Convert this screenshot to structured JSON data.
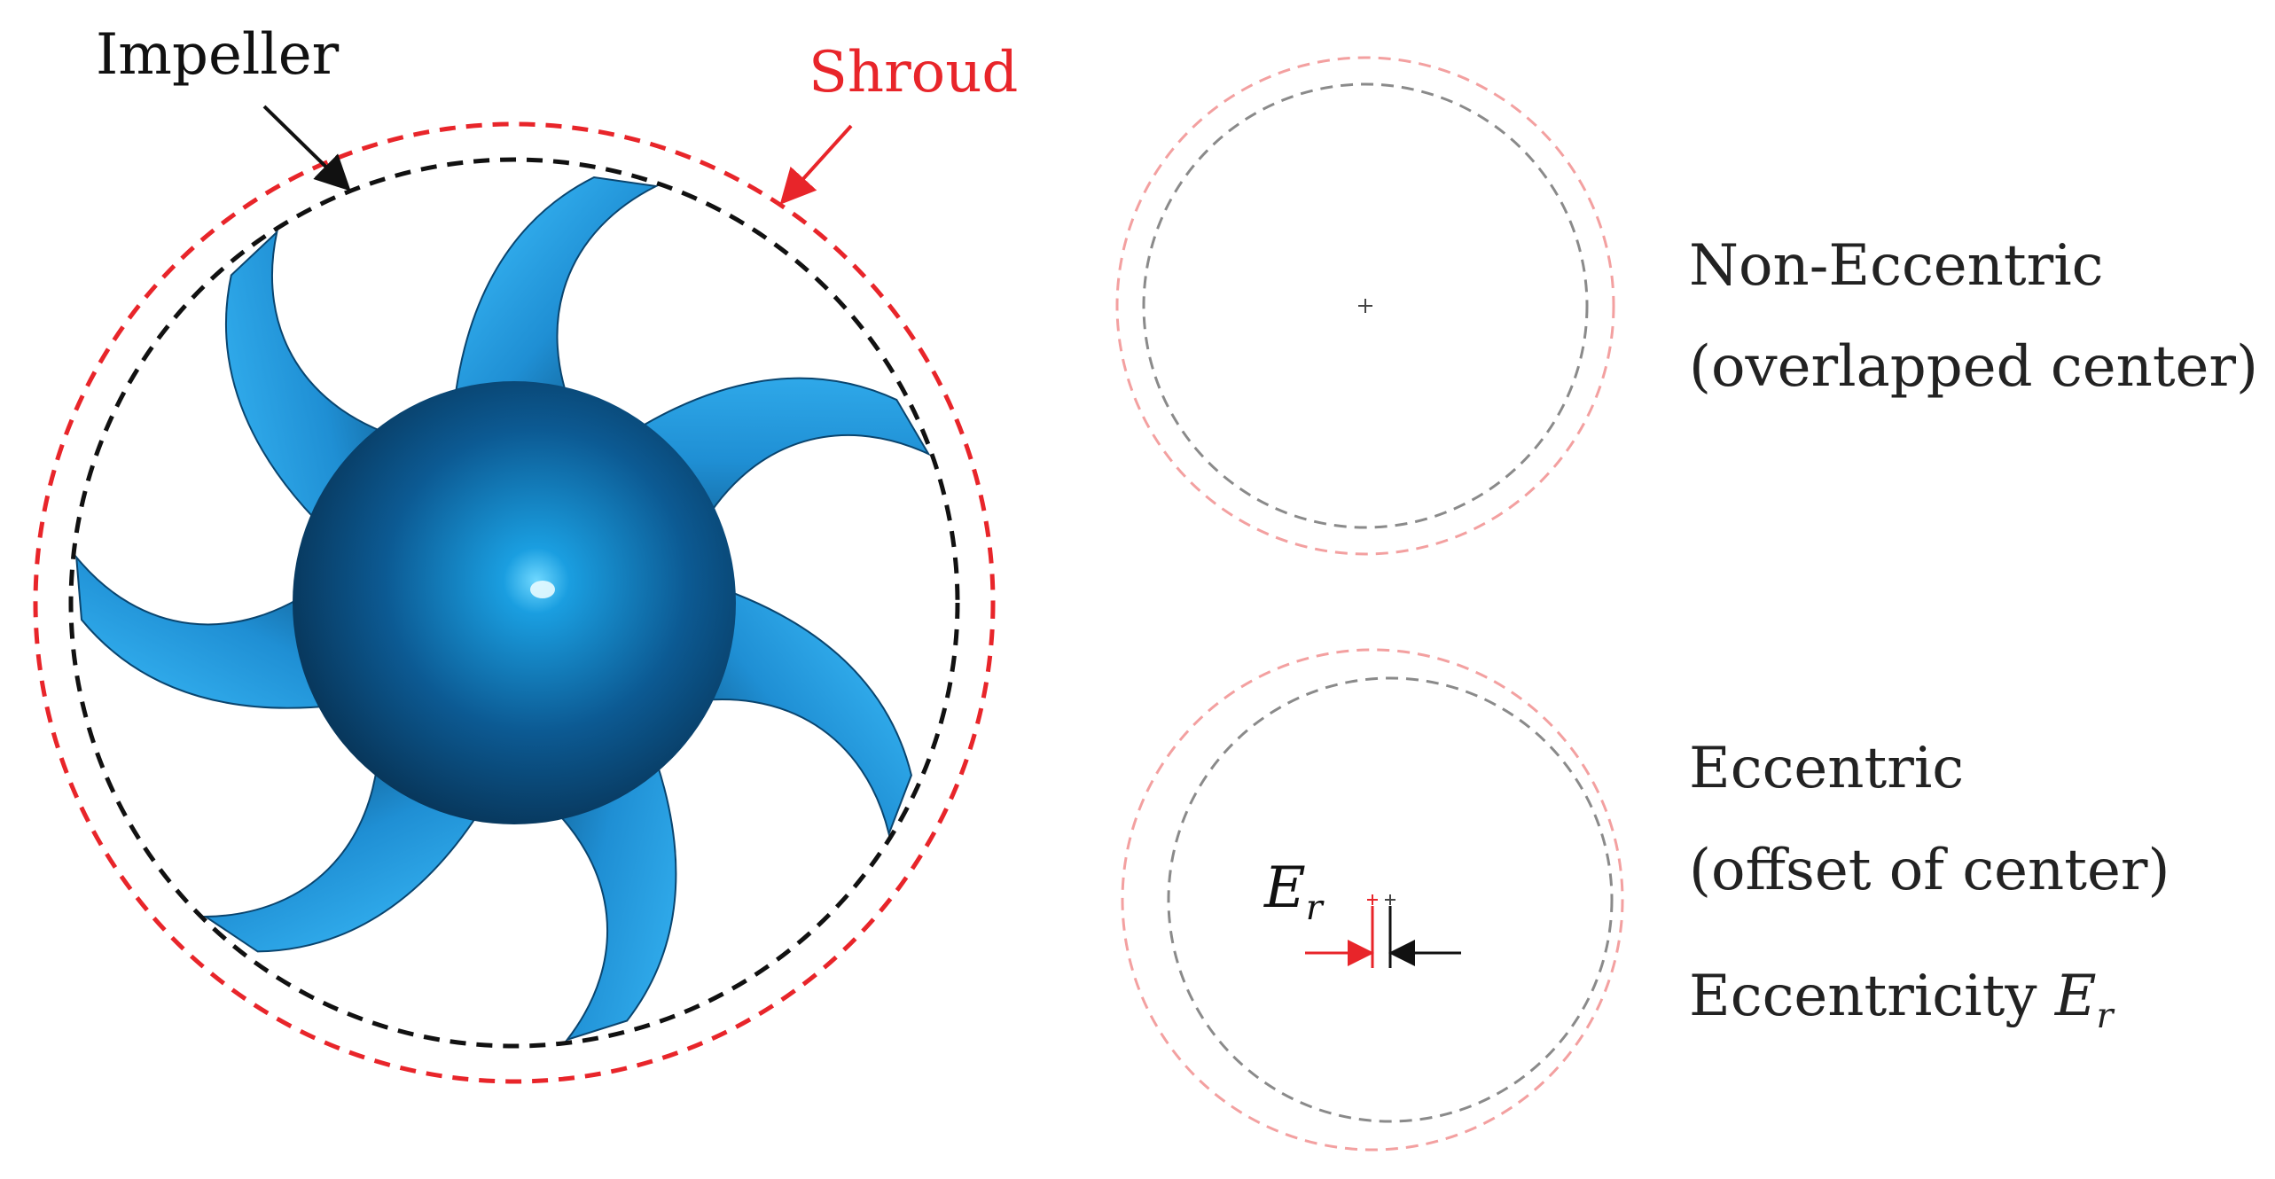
{
  "labels": {
    "impeller": "Impeller",
    "shroud": "Shroud"
  },
  "non_eccentric": {
    "title": "Non-Eccentric",
    "subtitle": "(overlapped center)"
  },
  "eccentric": {
    "title": "Eccentric",
    "subtitle": "(offset of center)",
    "eccentricity_label": "Eccentricity",
    "symbol": "E",
    "symbol_subscript": "r"
  },
  "colors": {
    "shroud": "#e8252a",
    "impeller": "#111111",
    "shroud_outline_light": "#f3a0a0",
    "impeller_outline_light": "#8a8a8a",
    "blade": "#2aa3e8",
    "hub": "#0d4f82"
  },
  "impeller_model": {
    "blade_count": 7
  }
}
